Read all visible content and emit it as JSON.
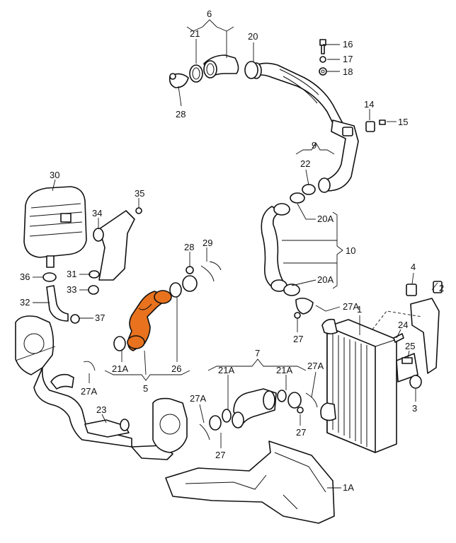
{
  "highlight_color": "#e8721e",
  "labels": {
    "p6": "6",
    "p21a": "21",
    "p20a": "20",
    "p16": "16",
    "p17": "17",
    "p18": "18",
    "p28a": "28",
    "p14": "14",
    "p15": "15",
    "p9": "9",
    "p22": "22",
    "p20A1": "20A",
    "p10": "10",
    "p20A2": "20A",
    "p27Aa": "27A",
    "p27a": "27",
    "p30": "30",
    "p35": "35",
    "p34": "34",
    "p28b": "28",
    "p29": "29",
    "p31": "31",
    "p33": "33",
    "p36": "36",
    "p32": "32",
    "p37": "37",
    "p4": "4",
    "p2": "2",
    "p1": "1",
    "p24": "24",
    "p25": "25",
    "p3": "3",
    "p21Aa": "21A",
    "p5": "5",
    "p26": "26",
    "p27Ab": "27A",
    "p7": "7",
    "p21Ab": "21A",
    "p21Ac": "21A",
    "p27Ac": "27A",
    "p23": "23",
    "p27Ad": "27A",
    "p27b": "27",
    "p27c": "27",
    "p1A": "1A"
  }
}
